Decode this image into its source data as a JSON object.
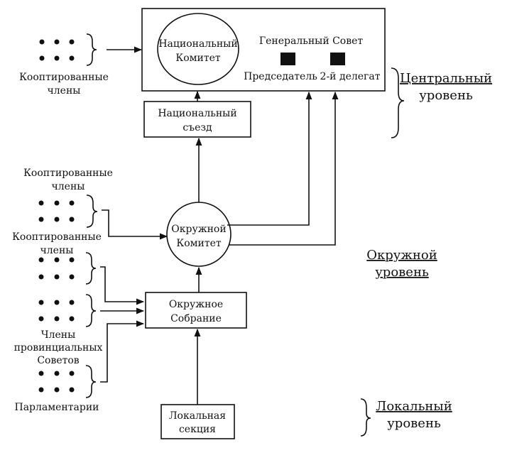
{
  "central": {
    "national_committee": [
      "Национальный",
      "Комитет"
    ],
    "general_council": "Генеральный Совет",
    "chairman": "Председатель",
    "second_delegate": "2-й делегат",
    "level_label": [
      "Центральный",
      "уровень"
    ]
  },
  "national_congress": [
    "Национальный",
    "съезд"
  ],
  "coopted_top": [
    "Кооптированные",
    "члены"
  ],
  "coopted_district_1": [
    "Кооптированные",
    "члены"
  ],
  "coopted_district_2": [
    "Кооптированные",
    "члены"
  ],
  "district_committee": [
    "Окружной",
    "Комитет"
  ],
  "district_level": [
    "Окружной",
    "уровень"
  ],
  "district_assembly": [
    "Окружное",
    "Собрание"
  ],
  "provincial_council_members": [
    "Члены",
    "провинциальных",
    "Советов"
  ],
  "parliamentarians": "Парламентарии",
  "local_section": [
    "Локальная",
    "секция"
  ],
  "local_level": [
    "Локальный",
    "уровень"
  ]
}
